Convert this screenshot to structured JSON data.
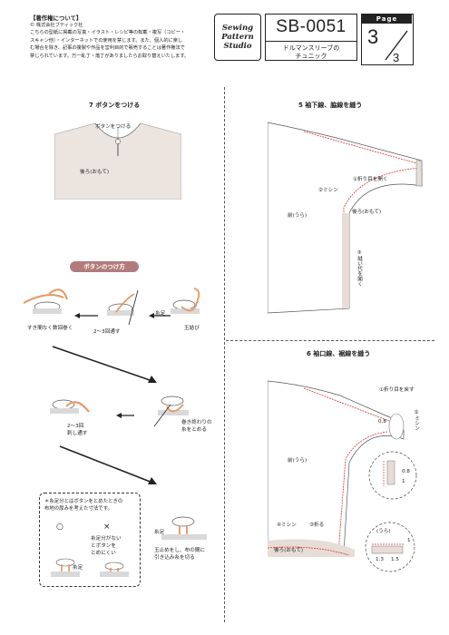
{
  "copyright": {
    "title": "【著作権について】",
    "body": "© 株式会社ブティック社\nこちらの型紙に掲載の写真・イラスト・レシピ等の転載・複写（コピー・\nスキャン他）・インターネットでの使用を禁じます。また、個人的に楽し\nむ場合を除き、記事の複製や作品を営利目的で販売することは著作権法で\n禁じられています。万一乱丁・落丁がありましたらお取り替えいたします。"
  },
  "logo": {
    "line1": "Sewing",
    "line2": "Pattern",
    "line3": "Studio"
  },
  "product": {
    "code": "SB-0051",
    "name": "ドルマンスリーブの\nチュニック"
  },
  "page": {
    "label": "Page",
    "current": "3",
    "total": "3"
  },
  "step7": {
    "title": "7 ボタンをつける",
    "button_label": "ボタンをつける",
    "back_label": "後ろ(おもて)"
  },
  "button_how": {
    "title": "ボタンのつけ方",
    "itofoot": "糸足",
    "tamamusubi": "玉結び",
    "twothree": "2～3回通す",
    "wrap": "すき間なく数回巻く",
    "wrap_end": "巻き終わりの\n糸をとめる",
    "twothree_b": "2～3回\n刺し通す",
    "itofoot2": "糸足",
    "tama_dome": "玉止めをし、布の間に\n引き込み糸を切る"
  },
  "note": {
    "text": "＊糸足分とはボタンをとめたときの\n布地の厚みを考えた寸法です。",
    "good": "○",
    "bad": "×",
    "bad_desc": "糸足分がない\nとボタンを\nとめにくい",
    "itofoot": "糸足"
  },
  "step5": {
    "title": "5 袖下線、脇線を縫う",
    "fold_open": "①折り目を開く",
    "sew": "②ミシン",
    "back": "後ろ(おもて)",
    "front": "前(うら)",
    "open_seam": "③縫い代を開く"
  },
  "step6": {
    "title": "6 袖口線、裾線を縫う",
    "fold_back": "①折り目を戻す",
    "sew2": "②ミシン",
    "dim1": "0.8",
    "front": "前(うら)",
    "fold": "③折る",
    "sew4": "④ミシン",
    "back": "後ろ(おもて)",
    "dim2": "0.8",
    "dim3": "1",
    "ura": "(うら)",
    "dim4": "1",
    "dim5": "1.3",
    "dim6": "1.5"
  }
}
